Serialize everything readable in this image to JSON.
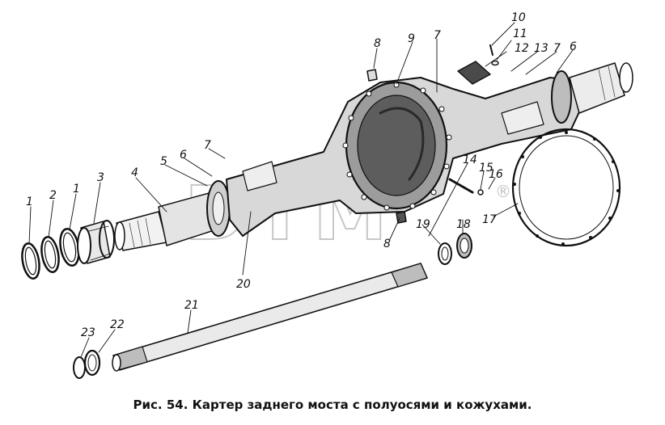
{
  "figure": {
    "caption": "Рис. 54. Картер заднего моста с полуосями и кожухами.",
    "watermark": "DTM",
    "watermark_mark": "®",
    "callouts": [
      {
        "id": "c1a",
        "label": "1"
      },
      {
        "id": "c2",
        "label": "2"
      },
      {
        "id": "c1b",
        "label": "1"
      },
      {
        "id": "c3",
        "label": "3"
      },
      {
        "id": "c4",
        "label": "4"
      },
      {
        "id": "c5",
        "label": "5"
      },
      {
        "id": "c6a",
        "label": "6"
      },
      {
        "id": "c7a",
        "label": "7"
      },
      {
        "id": "c8a",
        "label": "8"
      },
      {
        "id": "c9",
        "label": "9"
      },
      {
        "id": "c7b",
        "label": "7"
      },
      {
        "id": "c10",
        "label": "10"
      },
      {
        "id": "c11",
        "label": "11"
      },
      {
        "id": "c12",
        "label": "12"
      },
      {
        "id": "c13",
        "label": "13"
      },
      {
        "id": "c7c",
        "label": "7"
      },
      {
        "id": "c6b",
        "label": "6"
      },
      {
        "id": "c14",
        "label": "14"
      },
      {
        "id": "c15",
        "label": "15"
      },
      {
        "id": "c16",
        "label": "16"
      },
      {
        "id": "c17",
        "label": "17"
      },
      {
        "id": "c18",
        "label": "18"
      },
      {
        "id": "c19",
        "label": "19"
      },
      {
        "id": "c8b",
        "label": "8"
      },
      {
        "id": "c20",
        "label": "20"
      },
      {
        "id": "c21",
        "label": "21"
      },
      {
        "id": "c22",
        "label": "22"
      },
      {
        "id": "c23",
        "label": "23"
      }
    ]
  }
}
